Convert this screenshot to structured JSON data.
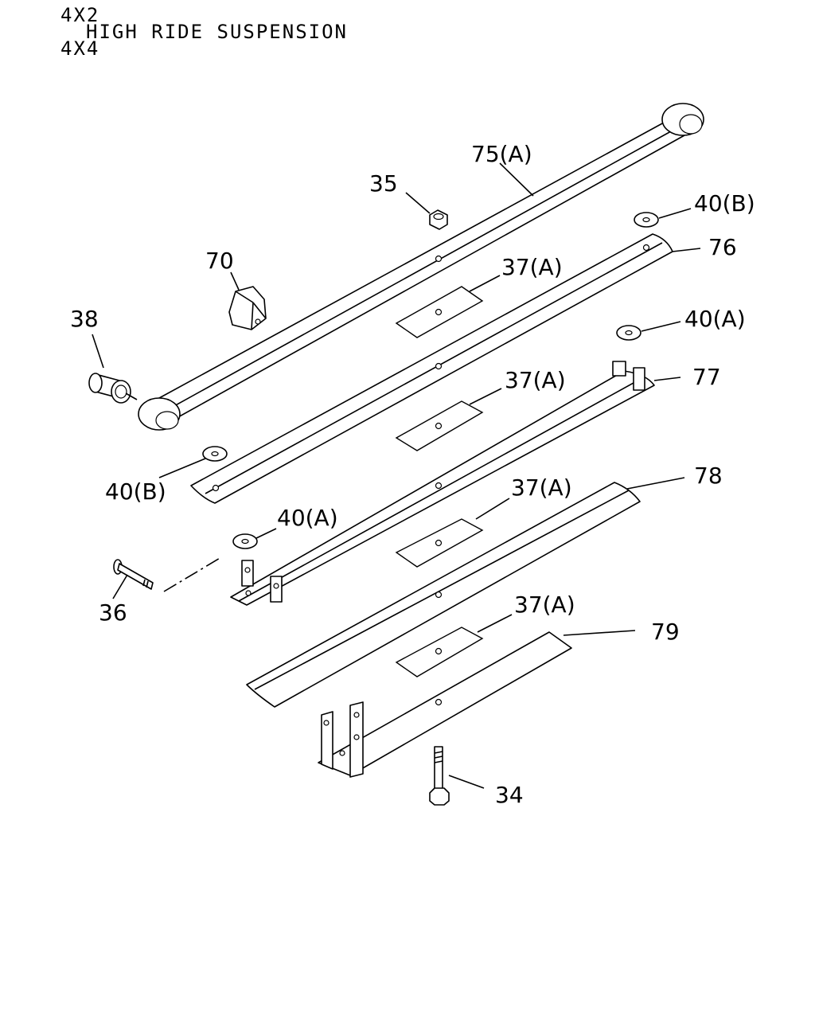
{
  "header": {
    "line1": "4X2",
    "line2": "HIGH RIDE SUSPENSION",
    "line3": "4X4"
  },
  "callouts": {
    "c75a": "75(A)",
    "c35": "35",
    "c40b_top": "40(B)",
    "c76": "76",
    "c70": "70",
    "c37a_1": "37(A)",
    "c38": "38",
    "c40a_top": "40(A)",
    "c77": "77",
    "c37a_2": "37(A)",
    "c40b_left": "40(B)",
    "c78": "78",
    "c37a_3": "37(A)",
    "c40a_left": "40(A)",
    "c36": "36",
    "c37a_4": "37(A)",
    "c79": "79",
    "c34": "34"
  }
}
